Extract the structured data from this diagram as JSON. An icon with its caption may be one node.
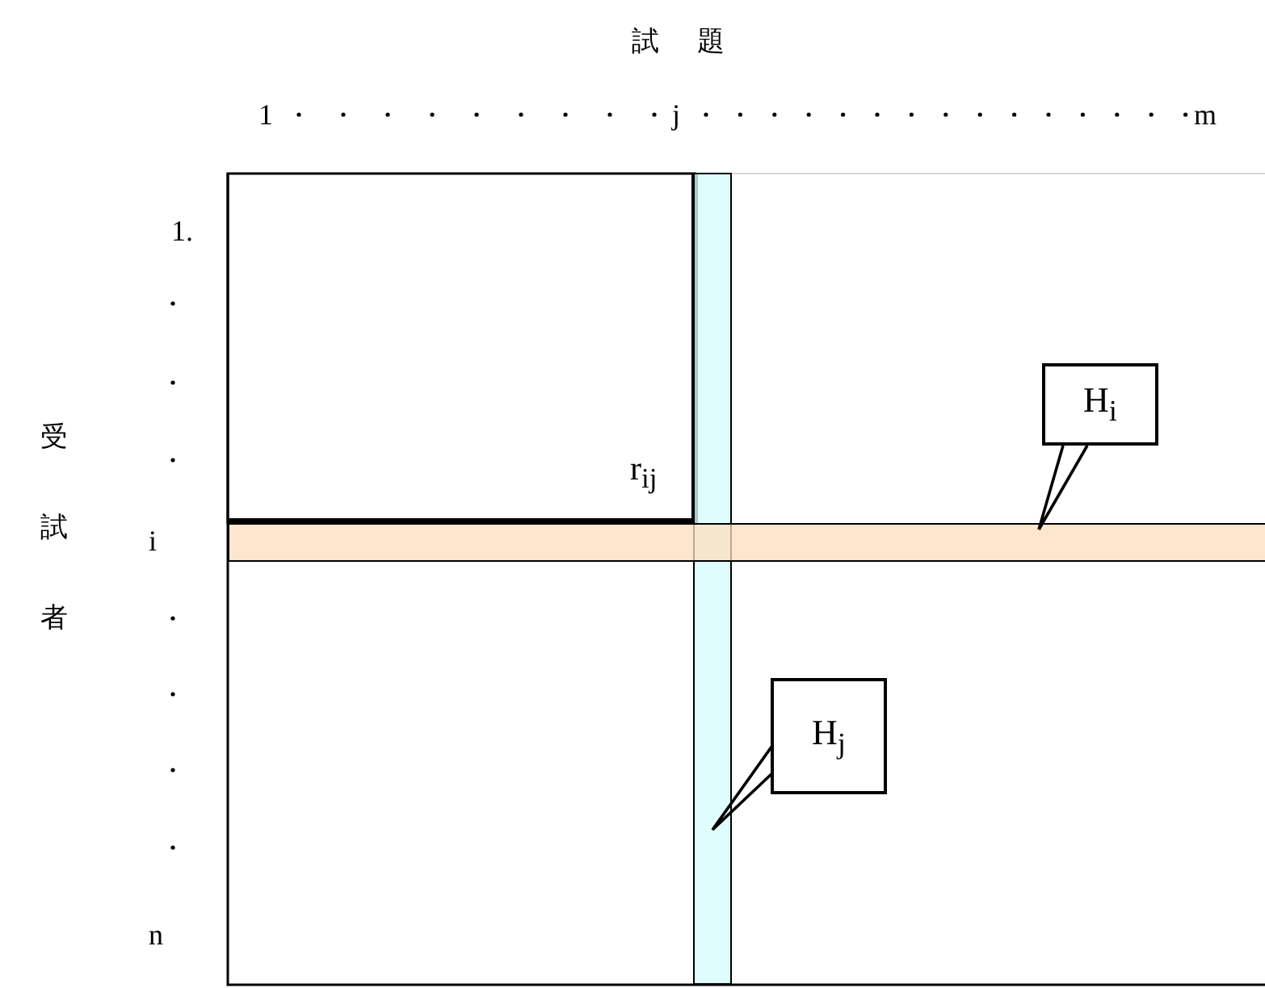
{
  "diagram": {
    "nodes": [
      {
        "text": [],
        "shape": "bar"
      },
      {
        "text": [
          "H$_{i}$"
        ]
      },
      {
        "text": [],
        "shape": "bar"
      },
      {
        "text": [
          "H$_{j}$"
        ]
      }
    ],
    "edges": [
      {
        "from": 1,
        "to": 2,
        "arrow": "none"
      },
      {
        "from": 3,
        "to": 0,
        "arrow": "none"
      }
    ],
    "labels": [
      "試 題",
      "1",
      "j",
      "m",
      "1.",
      "i",
      "n",
      "受",
      "試",
      "者",
      "r$_{ij}$"
    ]
  }
}
